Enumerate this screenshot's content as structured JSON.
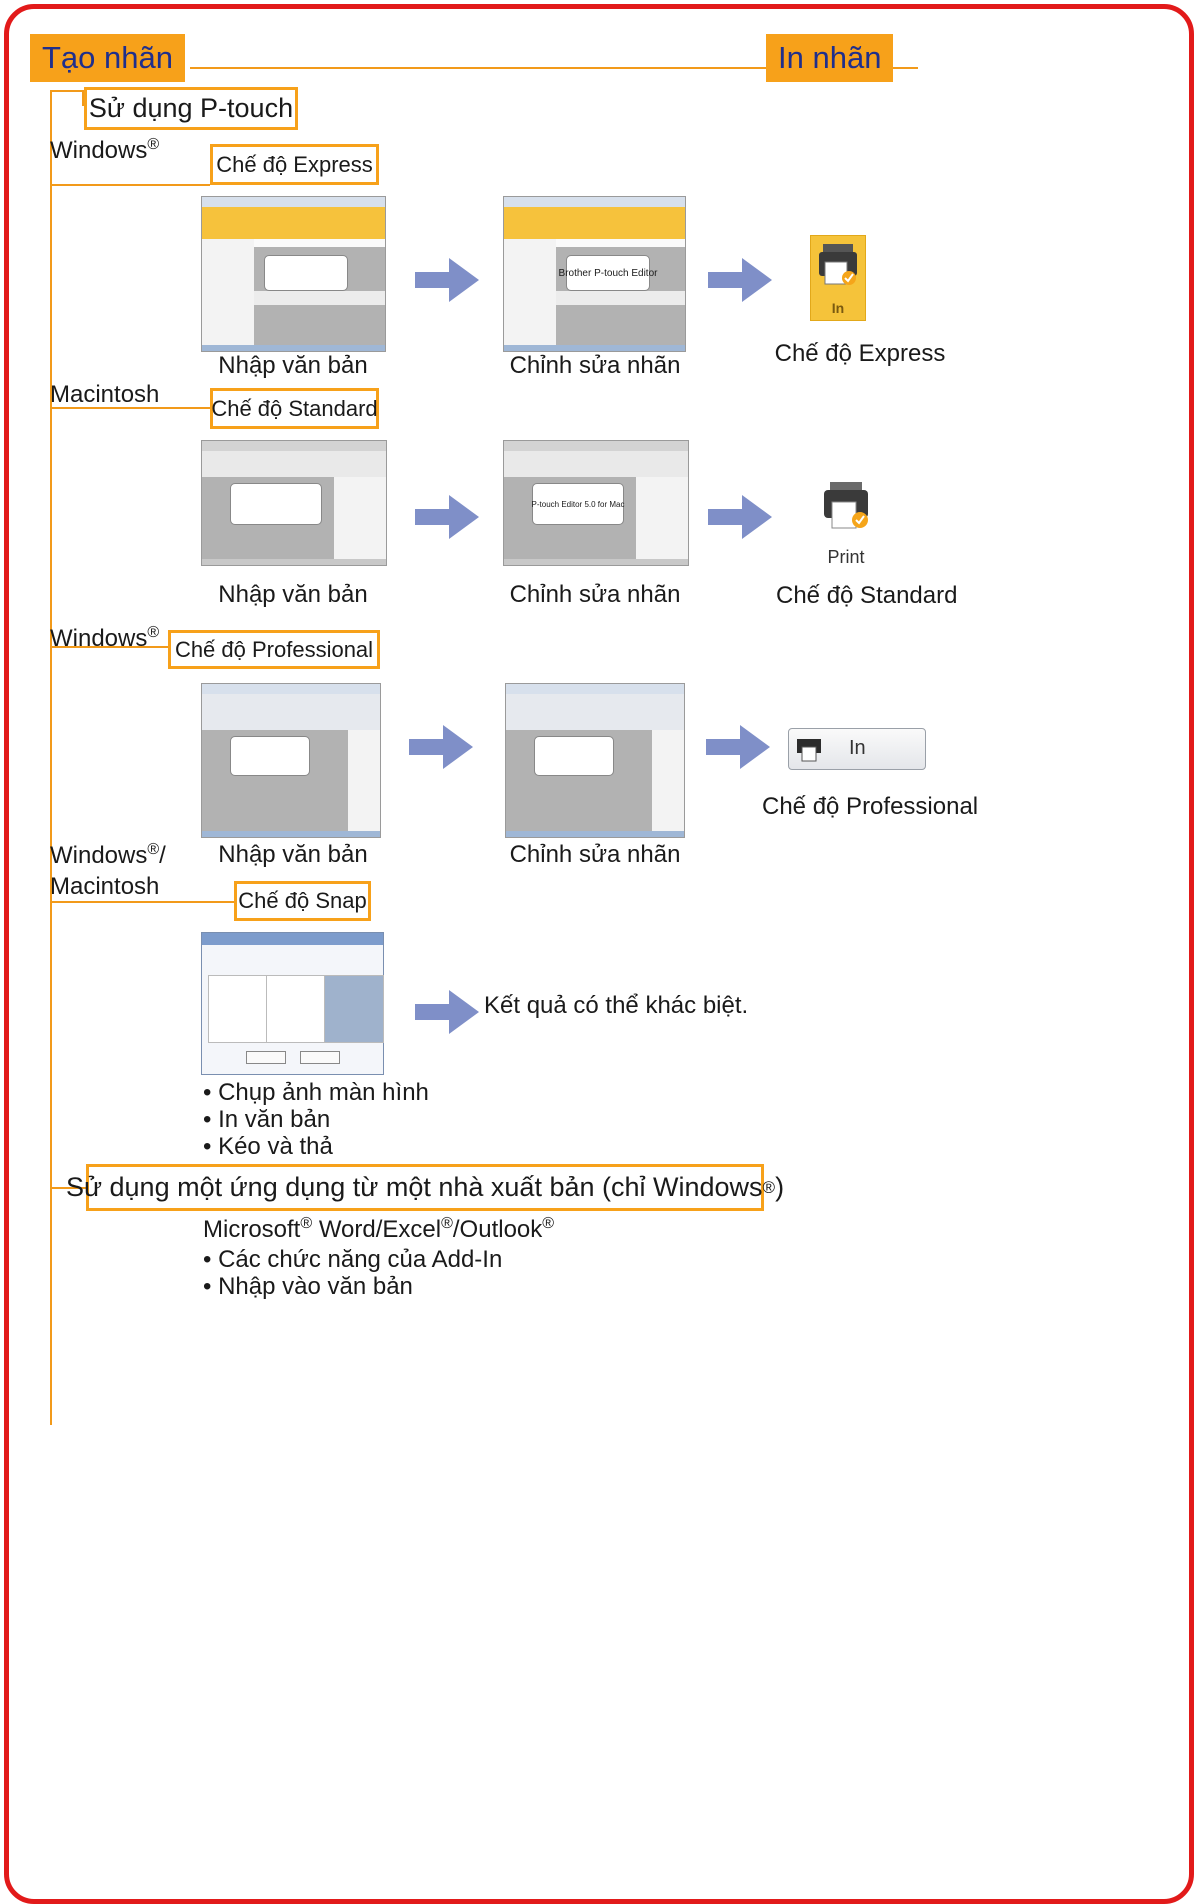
{
  "header": {
    "left_label": "Tạo nhãn",
    "right_label": "In nhãn"
  },
  "ptouch_box": "Sử dụng P-touch",
  "sections": {
    "express": {
      "os": "Windows",
      "mode_box": "Chế độ Express",
      "caption_input": "Nhập văn bản",
      "caption_edit": "Chỉnh sửa nhãn",
      "canvas_text": "Brother P-touch Editor",
      "print_icon_label": "In",
      "print_caption": "Chế độ Express"
    },
    "standard": {
      "os": "Macintosh",
      "mode_box": "Chế độ Standard",
      "caption_input": "Nhập văn bản",
      "caption_edit": "Chỉnh sửa nhãn",
      "canvas_text": "P-touch Editor 5.0 for Mac",
      "print_icon_label": "Print",
      "print_caption": "Chế độ Standard"
    },
    "professional": {
      "os": "Windows",
      "mode_box": "Chế độ Professional",
      "caption_input": "Nhập văn bản",
      "caption_edit": "Chỉnh sửa nhãn",
      "print_icon_label": "In",
      "print_caption": "Chế độ Professional"
    },
    "snap": {
      "os_line1": "Windows",
      "os_line1_suffix": "/",
      "os_line2": "Macintosh",
      "mode_box": "Chế độ Snap",
      "result_text": "Kết quả có thể khác biệt.",
      "bullets": [
        "• Chụp ảnh màn hình",
        "• In văn bản",
        "• Kéo và thả"
      ]
    }
  },
  "app_box": {
    "text": "Sử dụng một ứng dụng từ một nhà xuất bản (chỉ Windows",
    "text_end": ")"
  },
  "office": {
    "line_parts": [
      "Microsoft",
      " Word/Excel",
      "/Outlook"
    ],
    "bullets": [
      "• Các chức năng của Add-In",
      "• Nhập vào văn bản"
    ]
  },
  "registered_mark": "®",
  "colors": {
    "frame_red": "#e21a1a",
    "orange": "#f7a11a",
    "arrow_blue": "#7f8fc8",
    "header_text": "#1f2f8c"
  }
}
